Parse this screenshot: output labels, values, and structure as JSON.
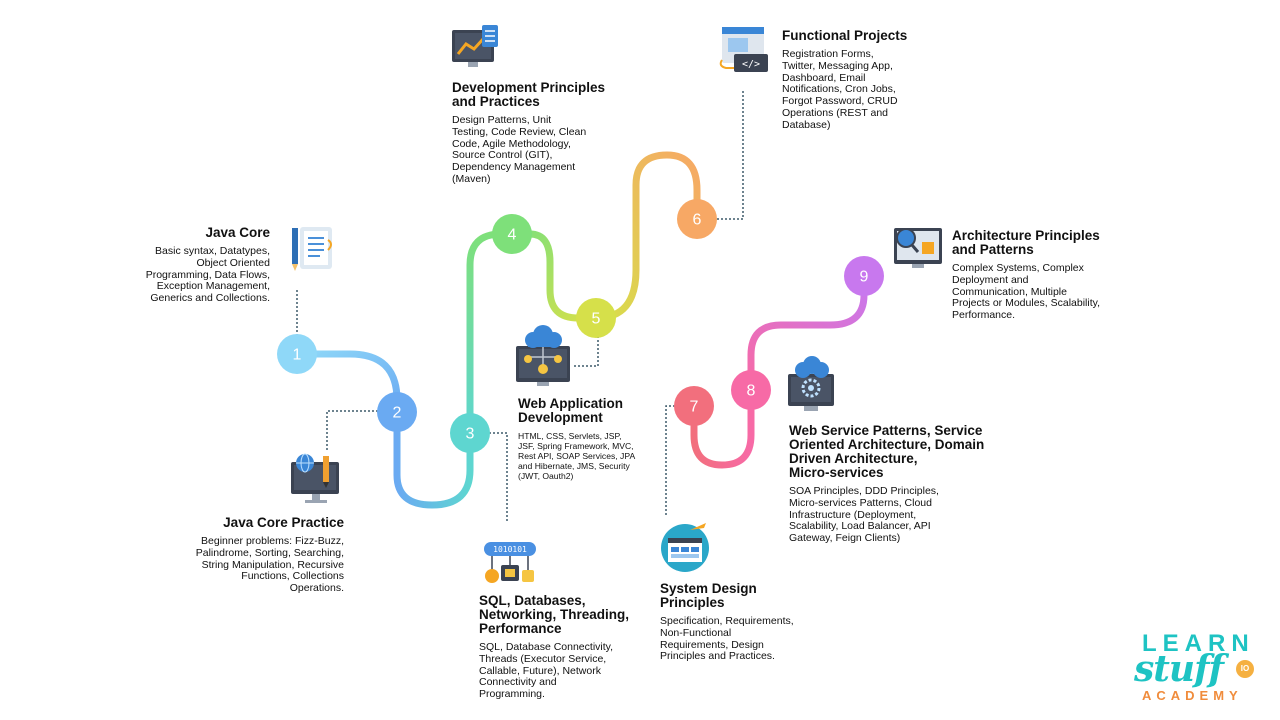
{
  "nodes": [
    {
      "n": "1",
      "color": "#8fd8f8"
    },
    {
      "n": "2",
      "color": "#6aaaf2"
    },
    {
      "n": "3",
      "color": "#5ed6d0"
    },
    {
      "n": "4",
      "color": "#7ee07a"
    },
    {
      "n": "5",
      "color": "#d6e04a"
    },
    {
      "n": "6",
      "color": "#f7a865"
    },
    {
      "n": "7",
      "color": "#f26f7d"
    },
    {
      "n": "8",
      "color": "#f76aa6"
    },
    {
      "n": "9",
      "color": "#c878ee"
    }
  ],
  "blocks": {
    "java_core": {
      "title": "Java Core",
      "desc": "Basic syntax, Datatypes,\nObject Oriented\nProgramming, Data Flows,\nException Management,\nGenerics and Collections."
    },
    "java_core_practice": {
      "title": "Java Core Practice",
      "desc": "Beginner problems: Fizz-Buzz,\nPalindrome, Sorting, Searching,\nString Manipulation, Recursive\nFunctions, Collections\nOperations."
    },
    "sql": {
      "title": "SQL, Databases,\nNetworking, Threading,\nPerformance",
      "desc": "SQL, Database Connectivity,\nThreads (Executor Service,\nCallable, Future), Network\nConnectivity and\nProgramming."
    },
    "dev_principles": {
      "title": "Development Principles\nand Practices",
      "desc": "Design Patterns, Unit\nTesting, Code Review, Clean\nCode, Agile Methodology,\nSource Control (GIT),\nDependency Management\n(Maven)"
    },
    "web_app": {
      "title": "Web Application\nDevelopment",
      "desc": "HTML, CSS, Servlets, JSP,\nJSF, Spring Framework, MVC,\nRest API, SOAP Services, JPA\nand Hibernate, JMS, Security\n(JWT, Oauth2)"
    },
    "functional": {
      "title": "Functional Projects",
      "desc": "Registration Forms,\nTwitter, Messaging App,\nDashboard, Email\nNotifications, Cron Jobs,\nForgot Password, CRUD\nOperations (REST and\nDatabase)"
    },
    "system_design": {
      "title": "System Design\nPrinciples",
      "desc": "Specification, Requirements,\nNon-Functional\nRequirements, Design\nPrinciples and Practices."
    },
    "web_service": {
      "title": "Web Service Patterns, Service\nOriented Architecture, Domain\nDriven Architecture,\nMicro-services",
      "desc": "SOA Principles, DDD Principles,\nMicro-services Patterns, Cloud\nInfrastructure (Deployment,\nScalability, Load Balancer, API\nGateway, Feign Clients)"
    },
    "architecture": {
      "title": "Architecture Principles\nand Patterns",
      "desc": "Complex Systems, Complex\nDeployment and\nCommunication, Multiple\nProjects or Modules, Scalability,\nPerformance."
    }
  },
  "logo": {
    "top": "LEARN",
    "mid": "stuff",
    "io": "IO",
    "bottom": "ACADEMY"
  }
}
